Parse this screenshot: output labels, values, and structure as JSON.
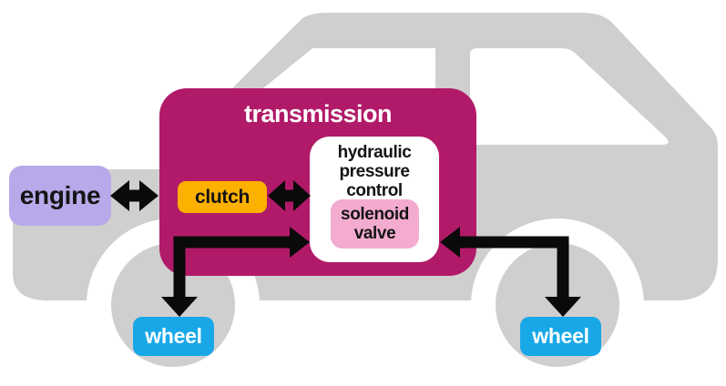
{
  "colors": {
    "car_body": "#cfcfcf",
    "page_background": "#ffffff",
    "transmission_bg": "#b11a68",
    "engine_bg": "#b7a9ea",
    "clutch_bg": "#fcb000",
    "hydraulic_bg": "#ffffff",
    "solenoid_bg": "#f3abd0",
    "wheel_bg": "#18a8e8",
    "arrow": "#0a0a0a",
    "dark_text": "#141414",
    "light_text": "#ffffff"
  },
  "diagram": {
    "nodes": {
      "engine": {
        "label": "engine"
      },
      "transmission": {
        "label": "transmission"
      },
      "clutch": {
        "label": "clutch"
      },
      "hydraulic": {
        "label": "hydraulic pressure control"
      },
      "solenoid": {
        "label": "solenoid valve"
      },
      "wheel_left": {
        "label": "wheel"
      },
      "wheel_right": {
        "label": "wheel"
      }
    },
    "connections": [
      {
        "from": "engine",
        "to": "clutch",
        "arrowheads": "both",
        "shape": "straight"
      },
      {
        "from": "clutch",
        "to": "hydraulic pressure control",
        "arrowheads": "both",
        "shape": "straight"
      },
      {
        "from": "hydraulic pressure control",
        "to": "wheel (left)",
        "arrowheads": "both",
        "shape": "elbow"
      },
      {
        "from": "hydraulic pressure control",
        "to": "wheel (right)",
        "arrowheads": "both",
        "shape": "elbow"
      }
    ],
    "background": "gray car silhouette with two windows and two wheels"
  }
}
